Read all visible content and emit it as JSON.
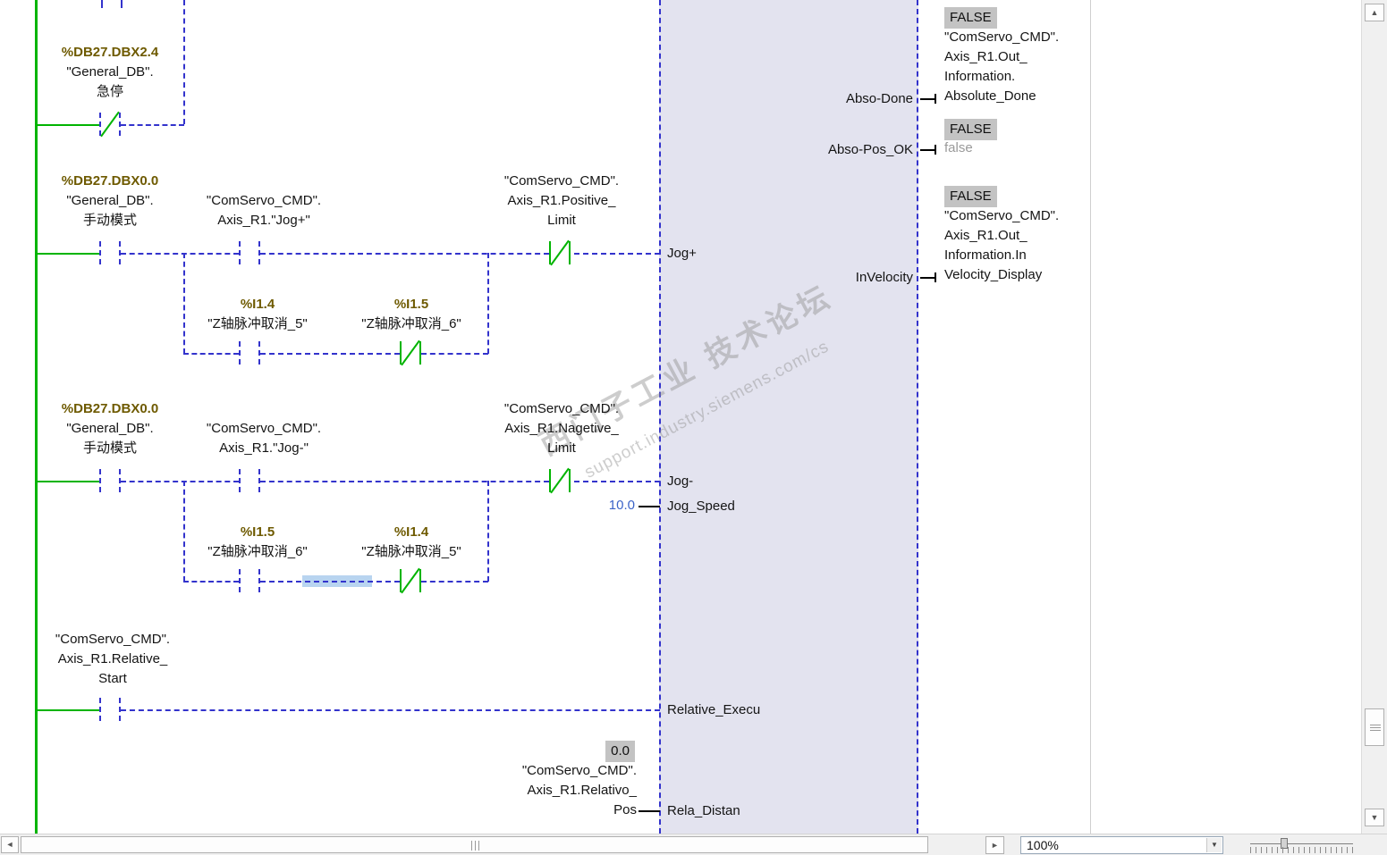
{
  "colors": {
    "power_green": "#00b400",
    "off_blue": "#3333cc",
    "operand": "#6e5a00",
    "block_bg": "#e3e3ef",
    "value_blue": "#3c64c8",
    "state_bg": "#c3c3c3"
  },
  "r1": {
    "address": "%DB27.DBX2.4",
    "name": "\"General_DB\".",
    "comment": "急停"
  },
  "r2": {
    "c1_address": "%DB27.DBX0.0",
    "c1_name": "\"General_DB\".",
    "c1_comment": "手动模式",
    "c2_l1": "\"ComServo_CMD\".",
    "c2_l2": "Axis_R1.\"Jog+\"",
    "c3_l1": "\"ComServo_CMD\".",
    "c3_l2": "Axis_R1.Positive_",
    "c3_l3": "Limit",
    "b1_address": "%I1.4",
    "b1_name": "\"Z轴脉冲取消_5\"",
    "b2_address": "%I1.5",
    "b2_name": "\"Z轴脉冲取消_6\""
  },
  "r3": {
    "c1_address": "%DB27.DBX0.0",
    "c1_name": "\"General_DB\".",
    "c1_comment": "手动模式",
    "c2_l1": "\"ComServo_CMD\".",
    "c2_l2": "Axis_R1.\"Jog-\"",
    "c3_l1": "\"ComServo_CMD\".",
    "c3_l2": "Axis_R1.Nagetive_",
    "c3_l3": "Limit",
    "b1_address": "%I1.5",
    "b1_name": "\"Z轴脉冲取消_6\"",
    "b2_address": "%I1.4",
    "b2_name": "\"Z轴脉冲取消_5\"",
    "jog_speed_value": "10.0"
  },
  "r4": {
    "l1": "\"ComServo_CMD\".",
    "l2": "Axis_R1.Relative_",
    "l3": "Start"
  },
  "rela": {
    "value": "0.0",
    "l1": "\"ComServo_CMD\".",
    "l2": "Axis_R1.Relativo_",
    "l3": "Pos"
  },
  "block": {
    "in_jog_plus": "Jog+",
    "in_jog_minus": "Jog-",
    "in_jog_speed": "Jog_Speed",
    "in_relative_execu": "Relative_Execu",
    "in_rela_distan": "Rela_Distan",
    "out_abso_done": "Abso-Done",
    "out_abso_pos_ok": "Abso-Pos_OK",
    "out_in_velocity": "InVelocity"
  },
  "out1": {
    "state": "FALSE",
    "l1": "\"ComServo_CMD\".",
    "l2": "Axis_R1.Out_",
    "l3": "Information.",
    "l4": "Absolute_Done"
  },
  "out2": {
    "state": "FALSE",
    "value": "false"
  },
  "out3": {
    "state": "FALSE",
    "l1": "\"ComServo_CMD\".",
    "l2": "Axis_R1.Out_",
    "l3": "Information.In",
    "l4": "Velocity_Display"
  },
  "watermark": {
    "l1": "西门子工业  技术论坛",
    "l2": "support.industry.siemens.com/cs"
  },
  "statusbar": {
    "zoom": "100%"
  }
}
